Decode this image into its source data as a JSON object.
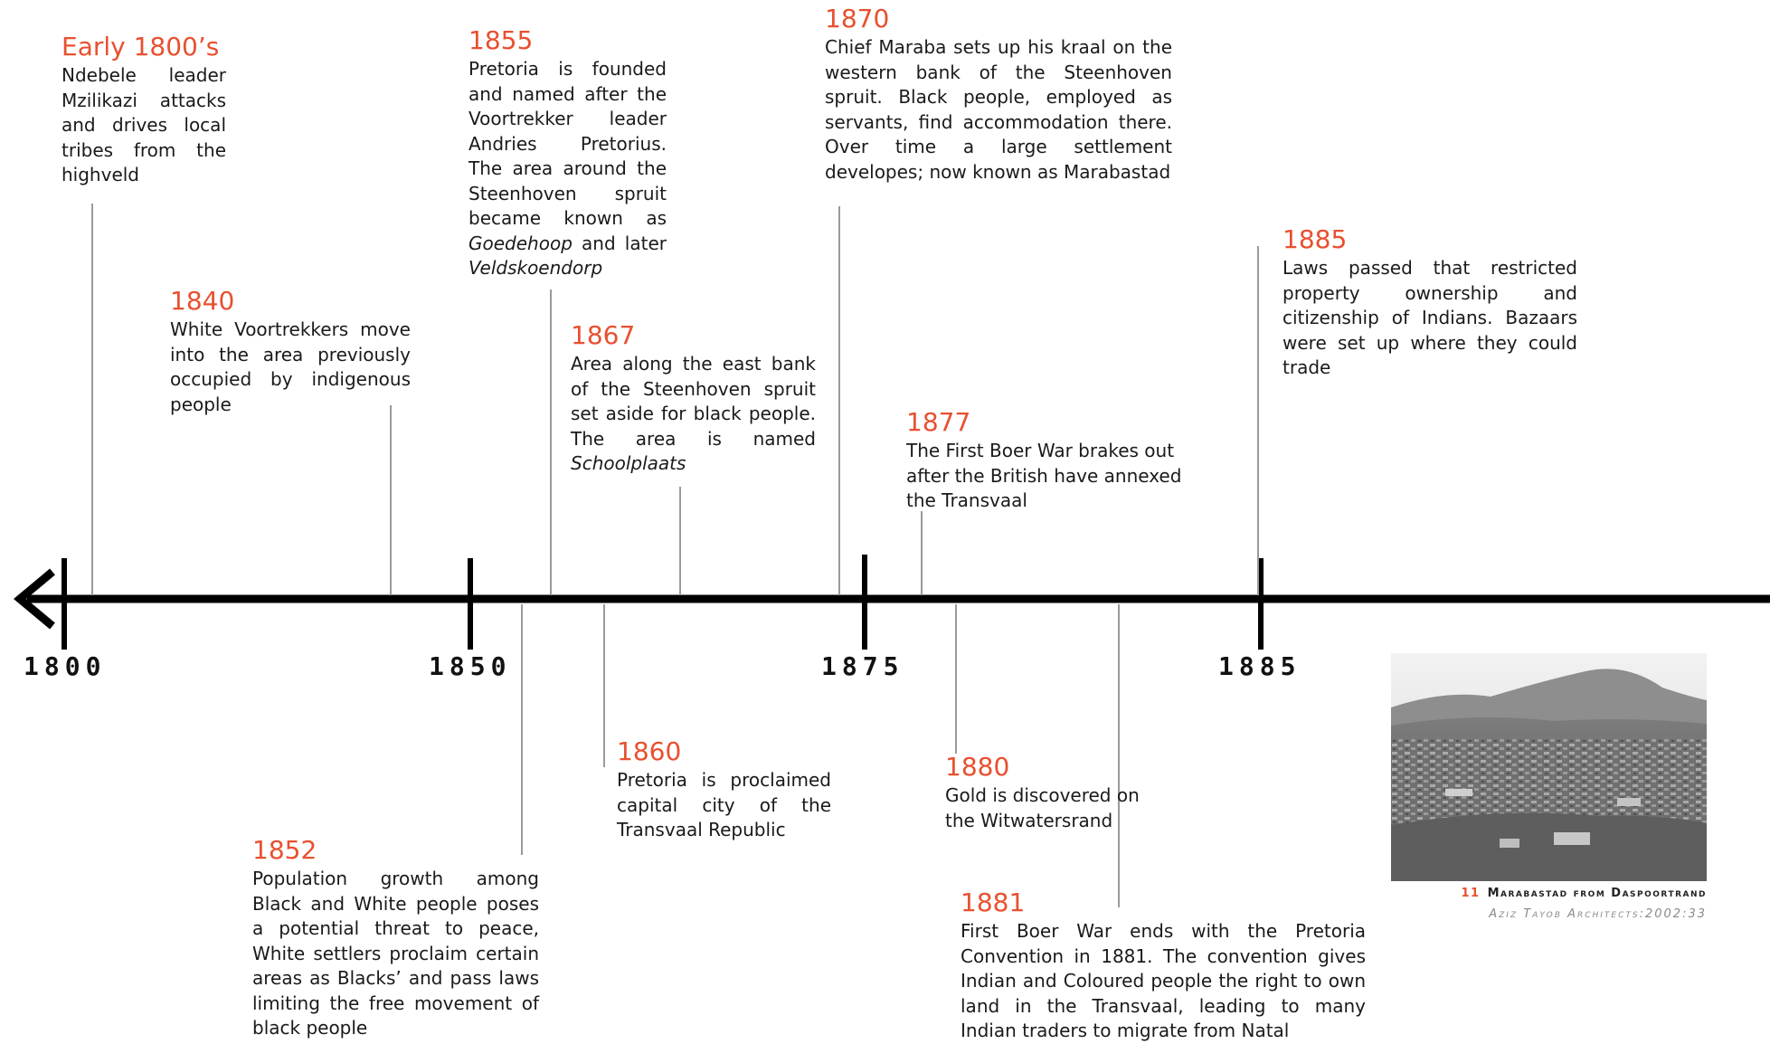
{
  "axis": {
    "tick_labels": [
      "1800",
      "1850",
      "1875",
      "1885"
    ]
  },
  "events": [
    {
      "year": "Early 1800’s",
      "text": "Ndebele leader Mzilikazi attacks and drives local tribes from the highveld"
    },
    {
      "year": "1840",
      "text": "White Voortrekkers move into the area previously occupied by indigenous people"
    },
    {
      "year": "1852",
      "text": "Population growth among Black and White people poses a potential threat to peace, White settlers proclaim certain areas as Blacks’ and pass laws limiting the free movement of black people"
    },
    {
      "year": "1855",
      "text_before": "Pretoria is founded and named after the Voortrekker leader Andries Pretorius. The area around the Steenhoven spruit became known as ",
      "italic_1": "Goedehoop",
      "text_mid": " and later ",
      "italic_2": "Veldskoendorp"
    },
    {
      "year": "1860",
      "text": "Pretoria is proclaimed capital city of the Transvaal Republic"
    },
    {
      "year": "1867",
      "text_before": "Area along the east bank of the Steenhoven spruit set aside for black people. The area is named ",
      "italic_1": "Schoolplaats"
    },
    {
      "year": "1870",
      "text": "Chief Maraba sets up his kraal on the western bank of the Steenhoven spruit. Black people, employed as servants, find accommodation there. Over time a large settlement developes; now known as Marabastad"
    },
    {
      "year": "1877",
      "text": "The First Boer War brakes out after the British have annexed the Transvaal"
    },
    {
      "year": "1880",
      "text": "Gold is discovered on the Witwatersrand"
    },
    {
      "year": "1881",
      "text": "First Boer War ends with the Pretoria Convention in 1881. The convention gives Indian and Coloured people the right to own land in the Transvaal, leading to many Indian traders to migrate from Natal"
    },
    {
      "year": "1885",
      "text": "Laws passed that restricted property ownership and citizenship of Indians. Bazaars were set up where they could trade"
    }
  ],
  "figure": {
    "number": "11",
    "caption": "Marabastad from Daspoortrand",
    "credit": "Aziz Tayob Architects:2002:33"
  },
  "colors": {
    "accent": "#e8502f",
    "axis": "#000000",
    "connector": "#9a9a9a",
    "text": "#1a1a1a"
  }
}
